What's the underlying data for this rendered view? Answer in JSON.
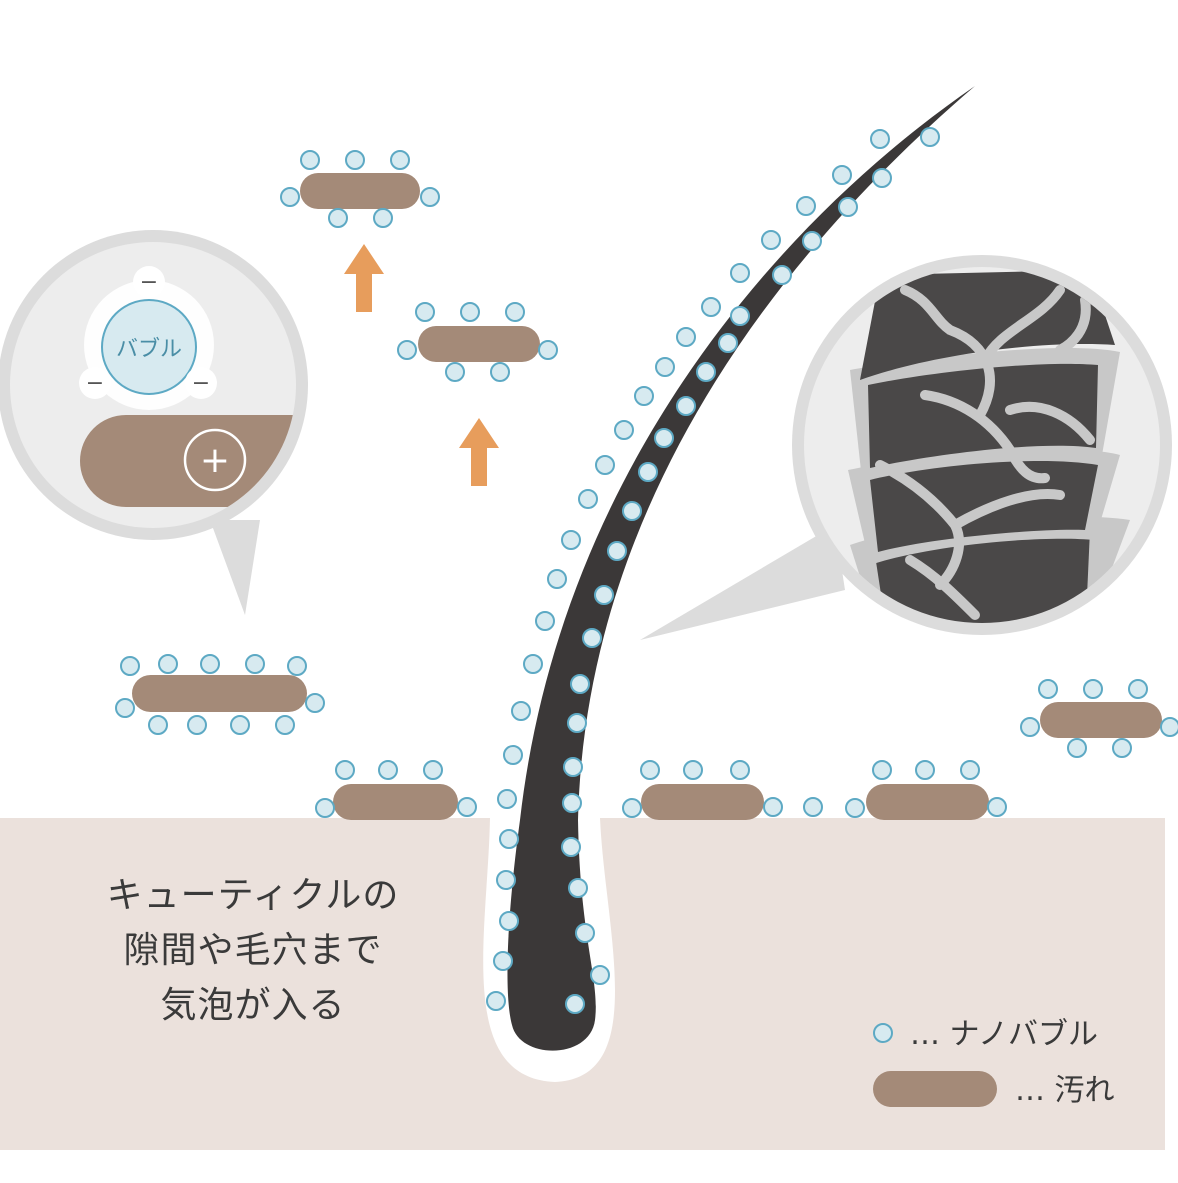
{
  "caption": {
    "lines": [
      "キューティクルの",
      "隙間や毛穴まで",
      "気泡が入る"
    ]
  },
  "legend": {
    "bubble_label": "… ナノバブル",
    "dirt_label": "… 汚れ"
  },
  "callout_left": {
    "bubble_word": "バブル",
    "minus_sign": "−",
    "plus_sign": "+"
  },
  "colors": {
    "skin": "#ebe1dc",
    "dirt": "#a48a78",
    "bubble_fill": "#d7eaf0",
    "bubble_stroke": "#5da9c4",
    "hair": "#3b3838",
    "arrow": "#e79d5c",
    "callout_bg": "#ededed",
    "callout_ring": "#dcdcdc"
  }
}
